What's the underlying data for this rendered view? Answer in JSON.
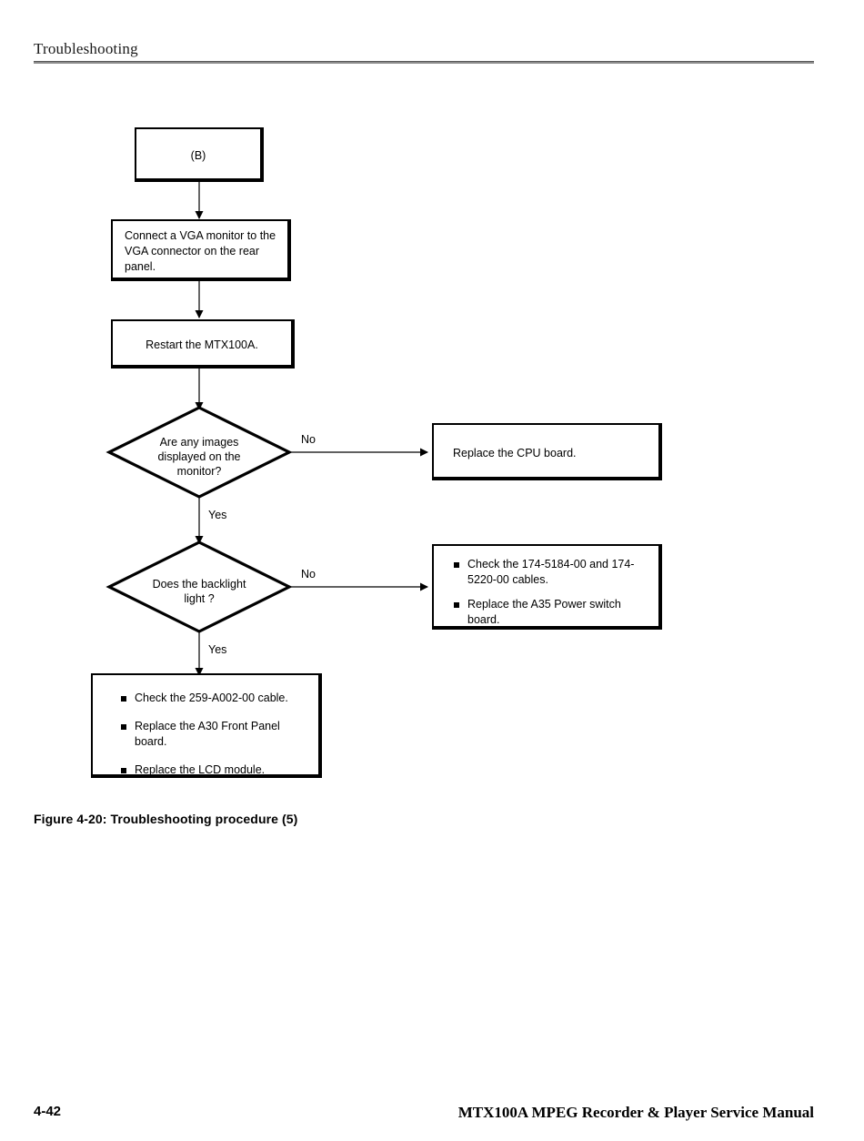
{
  "header": {
    "title": "Troubleshooting"
  },
  "figure": {
    "caption": "Figure 4-20: Troubleshooting procedure (5)"
  },
  "footer": {
    "page_number": "4-42",
    "manual_title": "MTX100A MPEG Recorder & Player Service Manual"
  },
  "flowchart": {
    "entry": {
      "label": "(B)"
    },
    "step_connect": {
      "line1": "Connect a VGA monitor to the",
      "line2": "VGA connector on the rear",
      "line3": "panel."
    },
    "step_restart": {
      "label": "Restart the MTX100A."
    },
    "decision_images": {
      "line1": "Are any images",
      "line2": "displayed on the",
      "line3": "monitor?",
      "branch_no": "No",
      "branch_yes": "Yes"
    },
    "action_cpu": {
      "label": "Replace the CPU board."
    },
    "decision_backlight": {
      "line1": "Does the backlight",
      "line2": "light ?",
      "branch_no": "No",
      "branch_yes": "Yes"
    },
    "action_backlight": {
      "bullets": [
        "Check the 174-5184-00 and 174-5220-00 cables.",
        "Replace the A35 Power switch board."
      ]
    },
    "action_final": {
      "bullets": [
        "Check the 259-A002-00 cable.",
        "Replace the A30 Front Panel board.",
        "Replace the LCD module."
      ]
    }
  }
}
